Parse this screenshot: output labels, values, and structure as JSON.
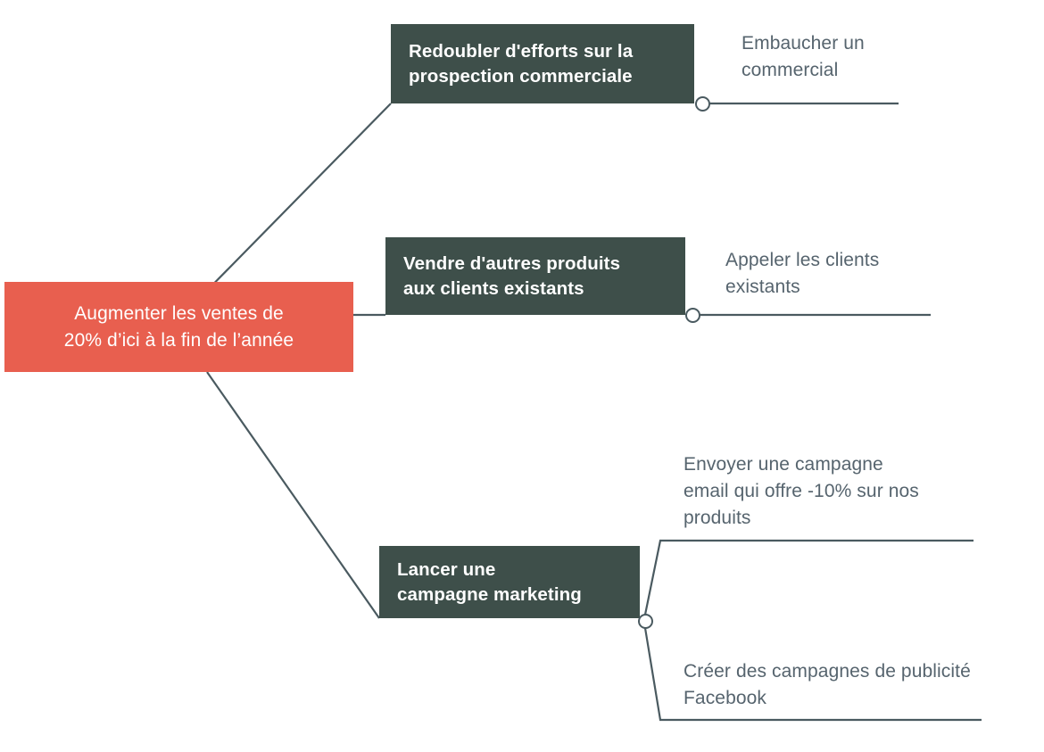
{
  "diagram": {
    "type": "mind-map",
    "title_node": {
      "name": "root-goal",
      "lines": [
        "Augmenter les ventes de",
        "20% d’ici à la fin de l’année"
      ],
      "color": "#e85f4f",
      "text_color": "#ffffff"
    },
    "branch_color": "#3e4f4a",
    "leaf_text_color": "#56646e",
    "connector_color": "#4a5a60",
    "branches": [
      {
        "name": "branch-prospection",
        "lines": [
          "Redoubler d'efforts sur la",
          "prospection commerciale"
        ],
        "leaves": [
          {
            "name": "leaf-embaucher-commercial",
            "lines": [
              "Embaucher un",
              "commercial"
            ]
          }
        ]
      },
      {
        "name": "branch-vendre-produits",
        "lines": [
          "Vendre d'autres produits",
          "aux clients existants"
        ],
        "leaves": [
          {
            "name": "leaf-appeler-clients",
            "lines": [
              "Appeler les clients",
              "existants"
            ]
          }
        ]
      },
      {
        "name": "branch-campagne-marketing",
        "lines": [
          "Lancer une",
          "campagne marketing"
        ],
        "leaves": [
          {
            "name": "leaf-campagne-email",
            "lines": [
              "Envoyer une campagne",
              "email qui offre -10% sur nos",
              "produits"
            ]
          },
          {
            "name": "leaf-publicite-facebook",
            "lines": [
              "Créer des campagnes de publicité",
              "Facebook"
            ]
          }
        ]
      }
    ]
  }
}
